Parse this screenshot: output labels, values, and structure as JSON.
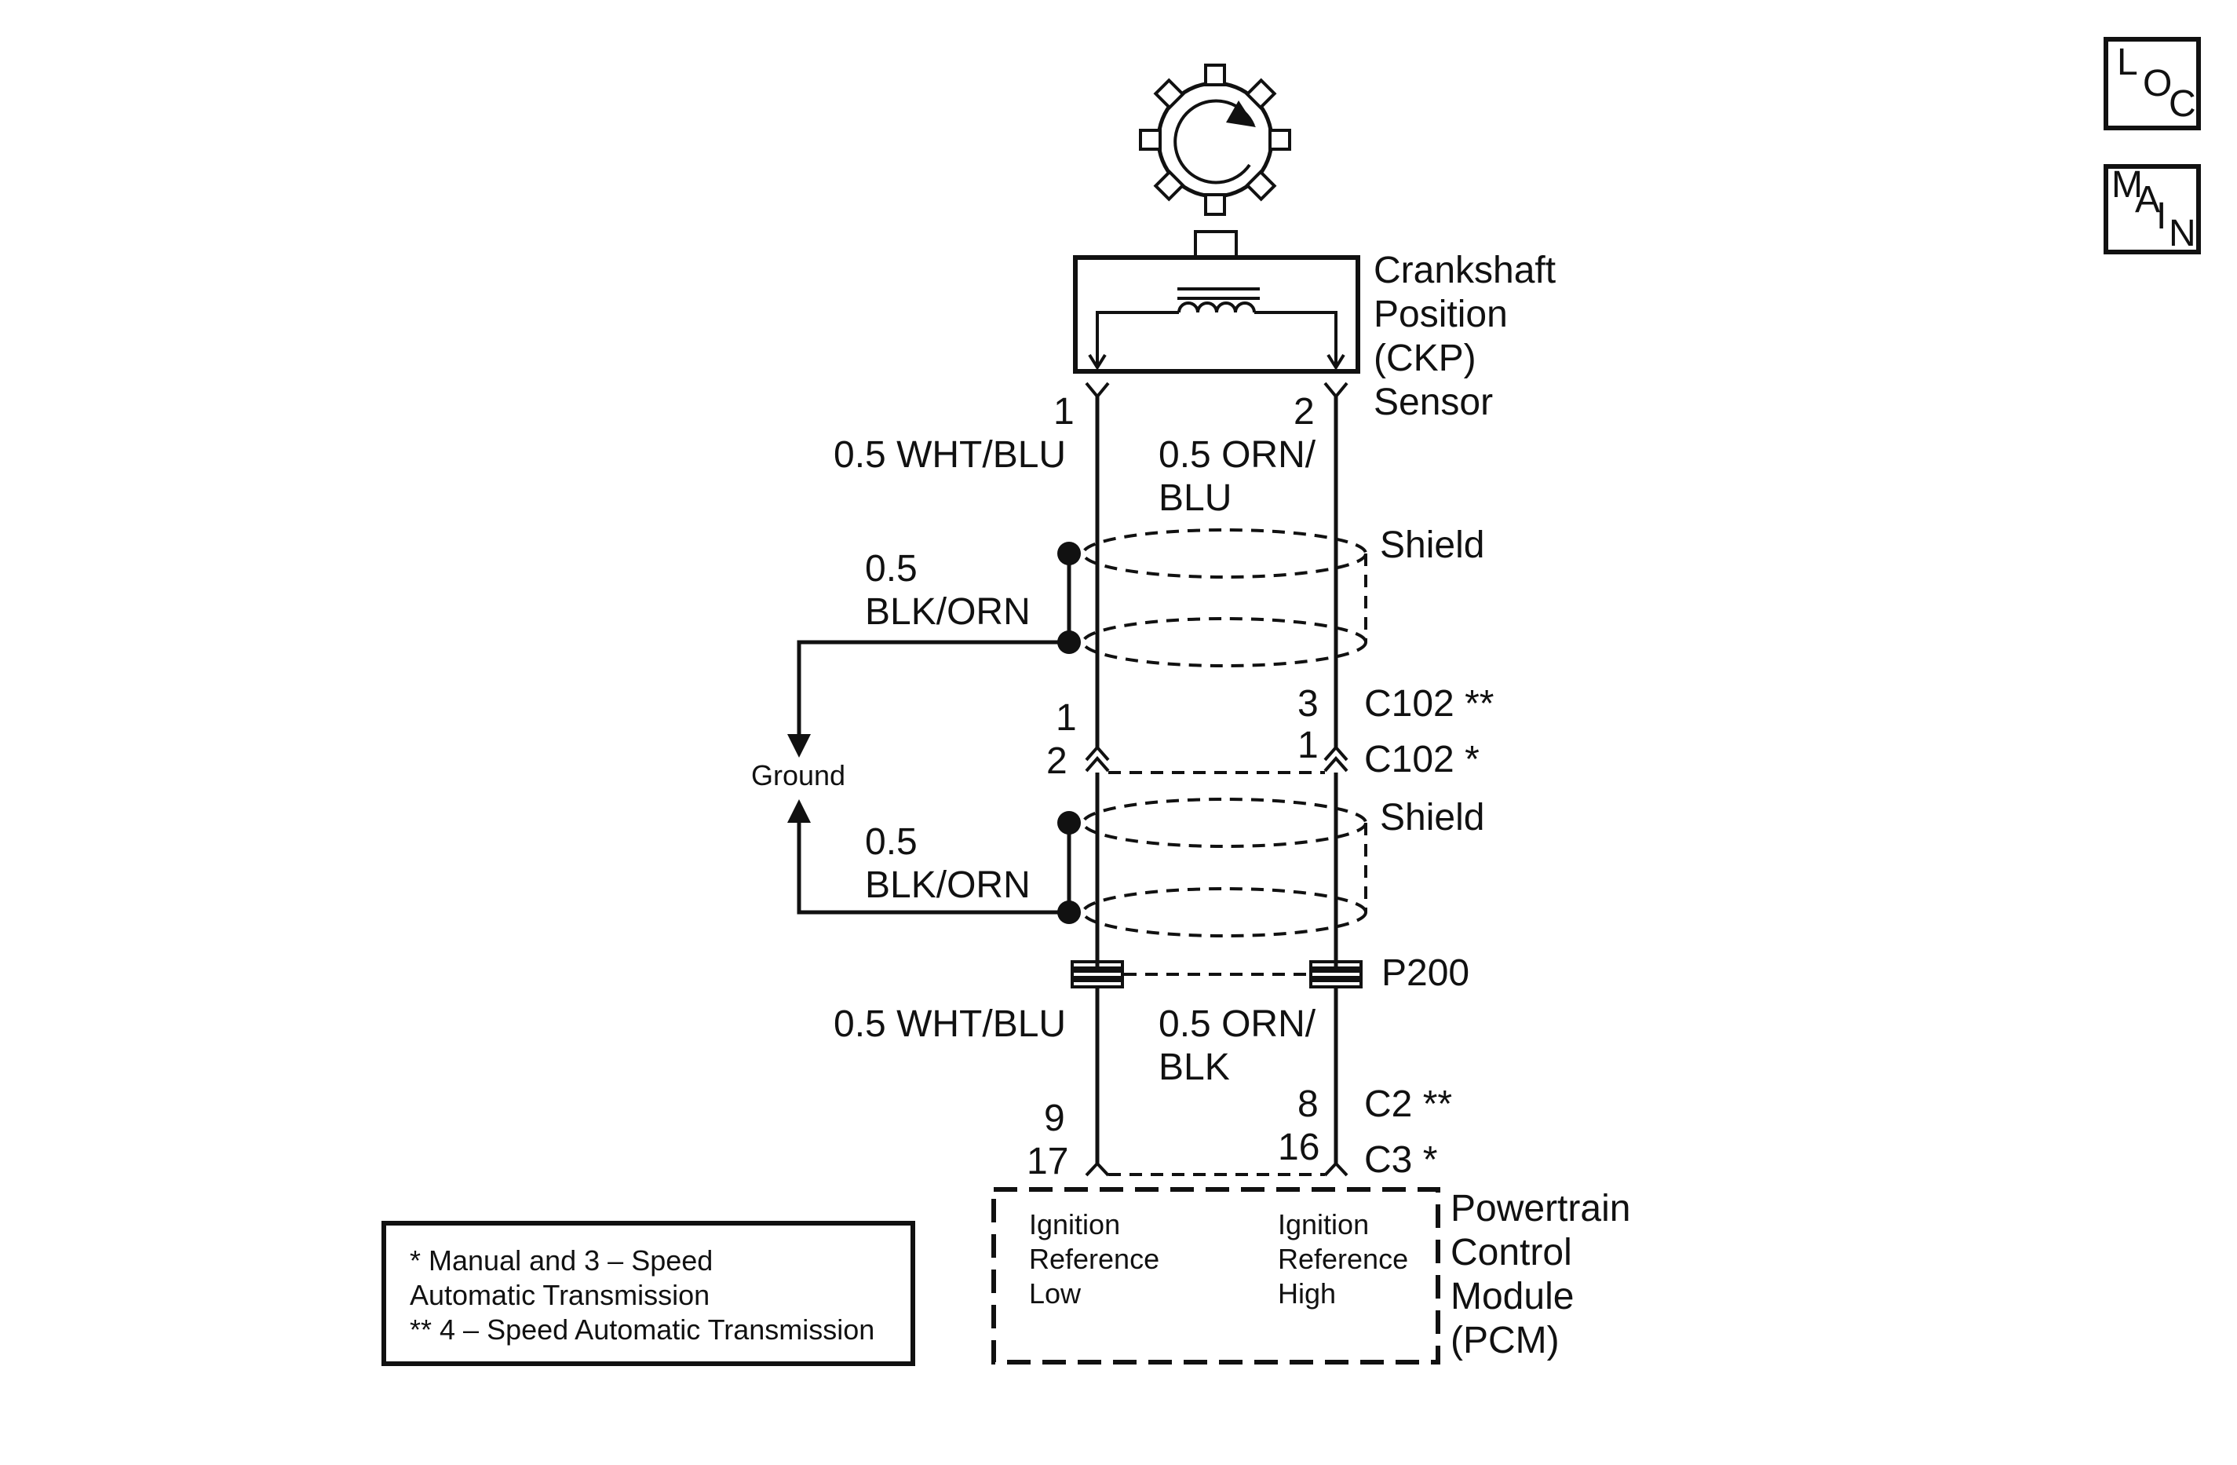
{
  "nav": {
    "loc": [
      "L",
      "O",
      "C"
    ],
    "main": [
      "M",
      "A",
      "I",
      "N"
    ]
  },
  "sensor": {
    "name_lines": [
      "Crankshaft",
      "Position",
      "(CKP)",
      "Sensor"
    ],
    "pin_left": "1",
    "pin_right": "2"
  },
  "wires_top": {
    "left": "0.5 WHT/BLU",
    "right_lines": [
      "0.5 ORN/",
      "BLU"
    ]
  },
  "shield_label": "Shield",
  "ground_wire": [
    "0.5",
    "BLK/ORN"
  ],
  "ground_label": "Ground",
  "c102": {
    "pin_left_a": "1",
    "pin_left_b": "2",
    "pin_right_a": "3",
    "pin_right_b": "1",
    "label_a": "C102 **",
    "label_b": "C102 *"
  },
  "p200": "P200",
  "wires_bottom": {
    "left": "0.5 WHT/BLU",
    "right_lines": [
      "0.5 ORN/",
      "BLK"
    ]
  },
  "pcm_conn": {
    "pin_left_a": "9",
    "pin_left_b": "17",
    "pin_right_a": "8",
    "pin_right_b": "16",
    "label_a": "C2 **",
    "label_b": "C3 *"
  },
  "pcm": {
    "name_lines": [
      "Powertrain",
      "Control",
      "Module",
      "(PCM)"
    ],
    "left_func": [
      "Ignition",
      "Reference",
      "Low"
    ],
    "right_func": [
      "Ignition",
      "Reference",
      "High"
    ]
  },
  "legend": [
    "* Manual and 3 – Speed",
    "Automatic Transmission",
    "** 4 – Speed Automatic Transmission"
  ]
}
